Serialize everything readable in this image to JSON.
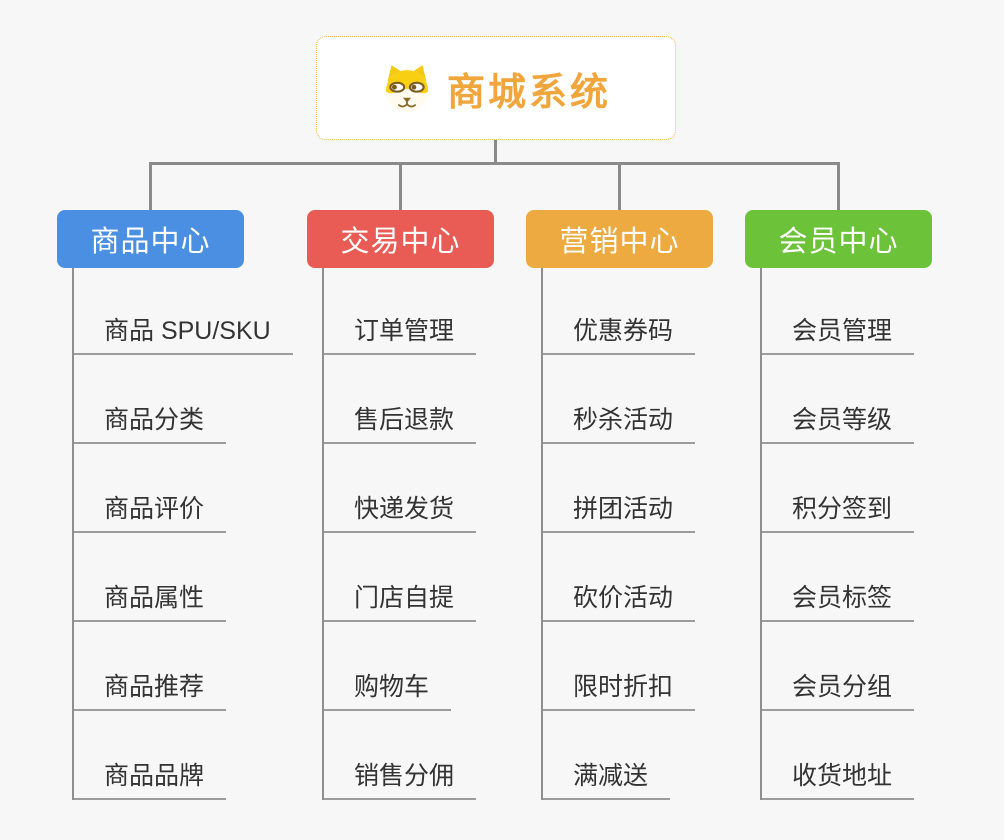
{
  "root": {
    "title": "商城系统",
    "icon": "shiba-dog-icon"
  },
  "branches": [
    {
      "label": "商品中心",
      "color": "#4a8fe2",
      "items": [
        "商品 SPU/SKU",
        "商品分类",
        "商品评价",
        "商品属性",
        "商品推荐",
        "商品品牌"
      ]
    },
    {
      "label": "交易中心",
      "color": "#e85c55",
      "items": [
        "订单管理",
        "售后退款",
        "快递发货",
        "门店自提",
        "购物车",
        "销售分佣"
      ]
    },
    {
      "label": "营销中心",
      "color": "#ecaa40",
      "items": [
        "优惠券码",
        "秒杀活动",
        "拼团活动",
        "砍价活动",
        "限时折扣",
        "满减送"
      ]
    },
    {
      "label": "会员中心",
      "color": "#6cc238",
      "items": [
        "会员管理",
        "会员等级",
        "积分签到",
        "会员标签",
        "会员分组",
        "收货地址"
      ]
    }
  ],
  "colors": {
    "background": "#f7f7f7",
    "root_accent": "#f0a63c",
    "root_border": "#f5b83d",
    "connector": "#8a8a8a",
    "leaf_line": "#9c9c9c",
    "leaf_text": "#333333"
  }
}
